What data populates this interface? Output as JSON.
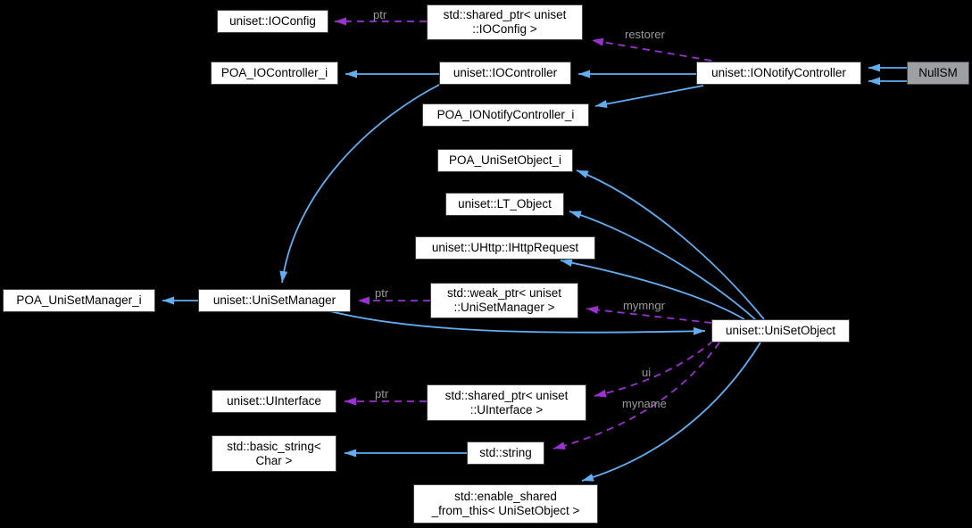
{
  "diagram": {
    "type": "doxygen-collaboration-graph",
    "colors": {
      "background": "#000000",
      "inheritance_edge": "#62aef2",
      "usage_edge": "#9d30d2",
      "edge_label_text": "#9a9a9a",
      "node_fill": "#ffffff",
      "node_border": "#3f4348",
      "node_text": "#000000",
      "focus_node_fill": "#9d9fa2"
    },
    "nodes": {
      "ioconfig": "uniset::IOConfig",
      "shared_ptr_ioconfig": "std::shared_ptr< uniset\n::IOConfig >",
      "poa_iocontroller_i": "POA_IOController_i",
      "iocontroller": "uniset::IOController",
      "ionotifycontroller": "uniset::IONotifyController",
      "nullsm": "NullSM",
      "poa_ionotifycontroller_i": "POA_IONotifyController_i",
      "poa_unisetobject_i": "POA_UniSetObject_i",
      "lt_object": "uniset::LT_Object",
      "ihttprequest": "uniset::UHttp::IHttpRequest",
      "poa_unisetmanager_i": "POA_UniSetManager_i",
      "unisetmanager": "uniset::UniSetManager",
      "weak_ptr_unisetmanager": "std::weak_ptr< uniset\n::UniSetManager >",
      "unisetobject": "uniset::UniSetObject",
      "uinterface": "uniset::UInterface",
      "shared_ptr_uinterface": "std::shared_ptr< uniset\n::UInterface >",
      "basic_string": "std::basic_string<\nChar >",
      "stdstring": "std::string",
      "enable_shared": "std::enable_shared\n_from_this< UniSetObject >"
    },
    "edge_labels": {
      "ptr_ioconfig": "ptr",
      "restorer": "restorer",
      "ptr_unisetmanager": "ptr",
      "mymngr": "mymngr",
      "ui": "ui",
      "myname": "myname",
      "ptr_uinterface": "ptr"
    }
  }
}
